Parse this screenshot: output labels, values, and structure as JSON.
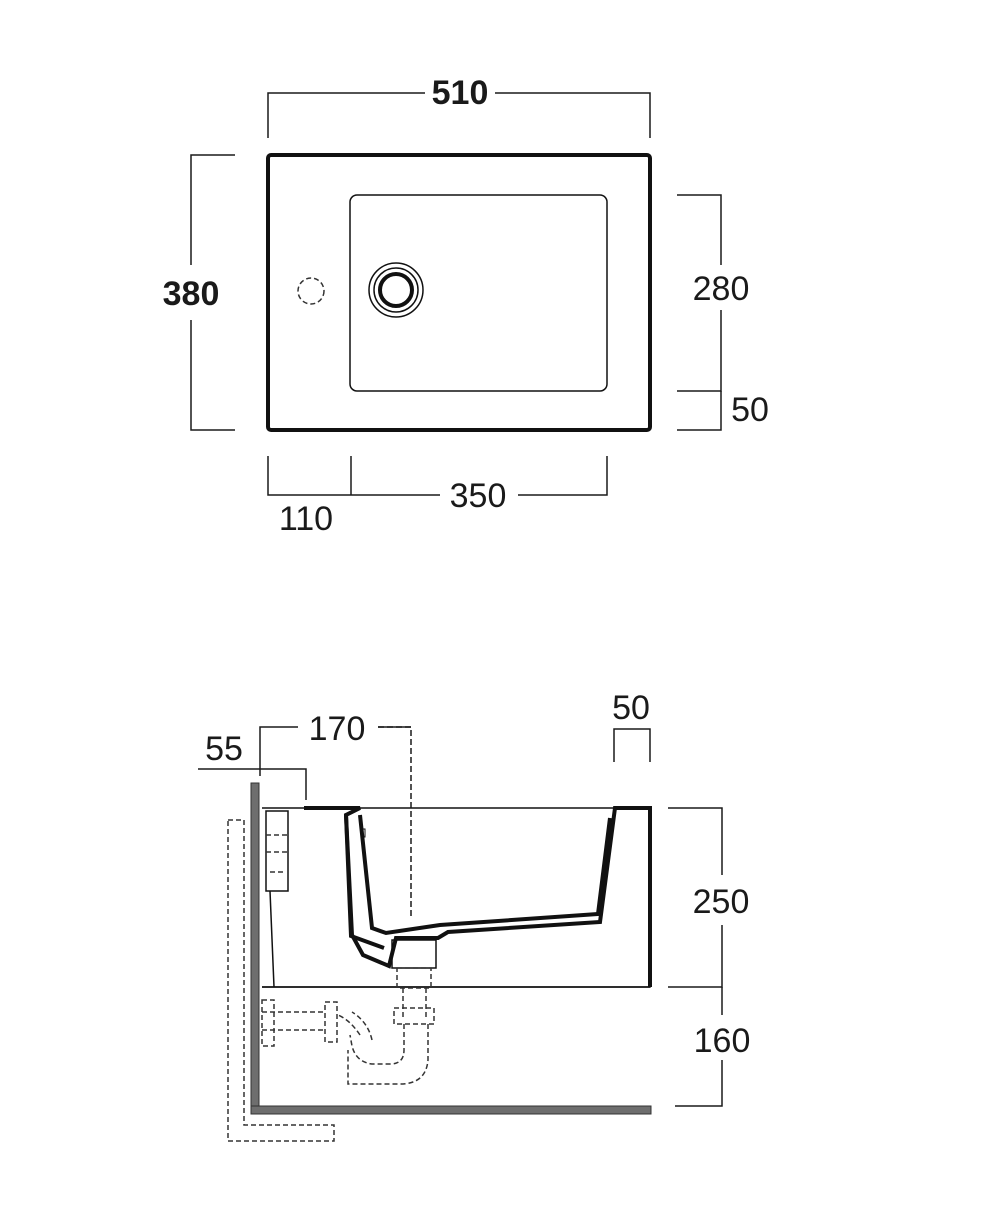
{
  "plan_view": {
    "width": "510",
    "depth": "380",
    "bowl_depth": "280",
    "front_rim": "50",
    "tap_offset": "110",
    "bowl_width": "350"
  },
  "side_view": {
    "wall_gap": "55",
    "waste_offset": "170",
    "rim_thickness": "50",
    "height": "250",
    "trap_height": "160"
  }
}
